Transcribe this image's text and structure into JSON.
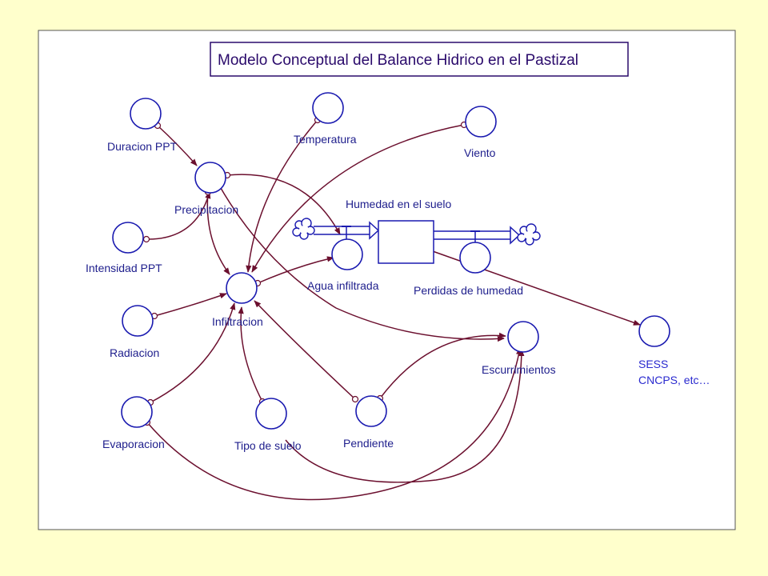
{
  "title": "Modelo Conceptual del Balance Hidrico en el Pastizal",
  "colors": {
    "background": "#FFFFCC",
    "canvas": "#FFFFFF",
    "node_stroke": "#1A1AB0",
    "connector": "#6B0F2E",
    "stock_border": "#1A1AB0",
    "title_text": "#2A0A6B",
    "external_text": "#2A2ACF"
  },
  "nodes": {
    "duracion": {
      "label": "Duracion PPT",
      "icon": "converter-circle"
    },
    "precipitacion": {
      "label": "Precipitacion",
      "icon": "converter-circle"
    },
    "intensidad": {
      "label": "Intensidad PPT",
      "icon": "converter-circle"
    },
    "temperatura": {
      "label": "Temperatura",
      "icon": "converter-circle"
    },
    "viento": {
      "label": "Viento",
      "icon": "converter-circle"
    },
    "infiltracion": {
      "label": "Infiltracion",
      "icon": "converter-circle"
    },
    "radiacion": {
      "label": "Radiacion",
      "icon": "converter-circle"
    },
    "evaporacion": {
      "label": "Evaporacion",
      "icon": "converter-circle"
    },
    "tipo_suelo": {
      "label": "Tipo de suelo",
      "icon": "converter-circle"
    },
    "pendiente": {
      "label": "Pendiente",
      "icon": "converter-circle"
    },
    "escurrimientos": {
      "label": "Escurrimientos",
      "icon": "converter-circle"
    },
    "agua_infiltrada": {
      "label": "Agua infiltrada",
      "icon": "flow-valve"
    },
    "perdidas": {
      "label": "Perdidas de humedad",
      "icon": "flow-valve"
    },
    "sess": {
      "label_line1": "SESS",
      "label_line2": "CNCPS, etc…",
      "icon": "converter-circle"
    }
  },
  "stock": {
    "label": "Humedad en el suelo",
    "icon": "stock-box"
  },
  "clouds": {
    "source": "cloud-icon",
    "sink": "cloud-icon"
  }
}
